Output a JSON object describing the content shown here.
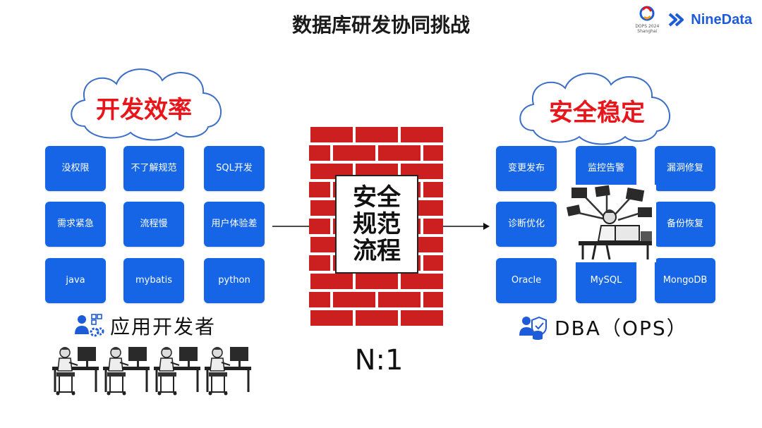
{
  "title": "数据库研发协同挑战",
  "logos": {
    "dops_label": "DOPS 2024 Shanghai",
    "brand": "NineData"
  },
  "left": {
    "cloud_text": "开发效率",
    "tiles": [
      "没权限",
      "不了解规范",
      "SQL开发",
      "需求紧急",
      "流程慢",
      "用户体验差",
      "java",
      "mybatis",
      "python"
    ],
    "caption": "应用开发者"
  },
  "wall": {
    "lines": [
      "安全",
      "规范",
      "流程"
    ]
  },
  "ratio": "N:1",
  "right": {
    "cloud_text": "安全稳定",
    "tiles": [
      "变更发布",
      "监控告警",
      "漏洞修复",
      "诊断优化",
      "备份恢复",
      "Oracle",
      "MySQL",
      "MongoDB"
    ],
    "caption": "DBA（OPS）"
  },
  "colors": {
    "tile": "#1565e6",
    "accent_red": "#e8151b",
    "brick": "#cc1f1f",
    "mortar": "#ffffff"
  }
}
